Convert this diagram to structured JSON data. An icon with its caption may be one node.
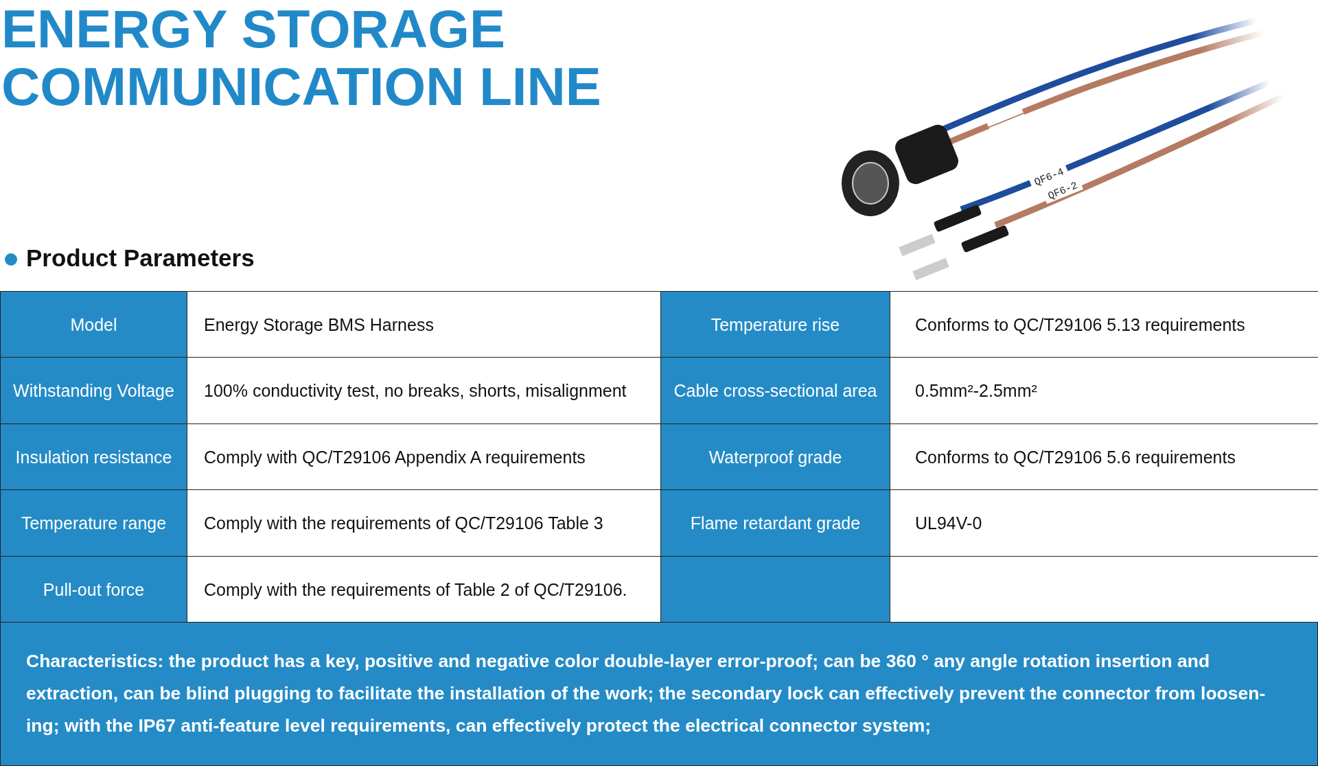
{
  "diagram": {
    "title": "ENERGY STORAGE COMMUNICATION LINE",
    "labels": [
      "Product Parameters",
      "Model",
      "Energy Storage BMS Harness",
      "Temperature rise",
      "Conforms to QC/T29106 5.13 requirements",
      "Withstanding Voltage",
      "100% conductivity test, no breaks, shorts, misalignment",
      "Cable cross-sectional area",
      "0.5mm²-2.5mm²",
      "Insulation resistance",
      "Comply with QC/T29106 Appendix A requirements",
      "Waterproof grade",
      "Conforms to QC/T29106 5.6 requirements",
      "Temperature range",
      "Comply with the requirements of QC/T29106 Table 3",
      "Flame retardant grade",
      "UL94V-0",
      "Pull-out force",
      "Comply with the requirements of Table 2 of QC/T29106.",
      "Characteristics: the product has a key, positive and negative color double-layer error-proof; can be 360 ° any angle rotation insertion and extraction, can be blind plugging to facilitate the installation of the work; the secondary lock can effectively prevent the connector from loosen-ing; with the IP67 anti-feature level requirements, can effectively protect the electrical connector system;",
      "QF6-4",
      "QF6-2"
    ]
  }
}
